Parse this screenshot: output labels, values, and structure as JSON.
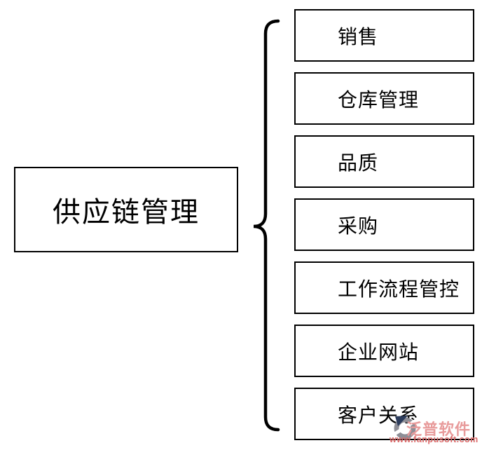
{
  "diagram": {
    "root_label": "供应链管理",
    "children": [
      {
        "label": "销售"
      },
      {
        "label": "仓库管理"
      },
      {
        "label": "品质"
      },
      {
        "label": "采购"
      },
      {
        "label": "工作流程管控"
      },
      {
        "label": "企业网站"
      },
      {
        "label": "客户关系"
      }
    ]
  },
  "watermark": {
    "logo_icon": "fanpu-swoosh-logo",
    "brand": "泛普软件",
    "url": "www.fanpusoft.com",
    "brand_color": "#e89b9b",
    "url_color": "#dc6a6a",
    "logo_gray": "#8e8e96",
    "logo_navy": "#2c3c5c"
  },
  "colors": {
    "background": "#ffffff",
    "line": "#000000",
    "text": "#000000"
  }
}
